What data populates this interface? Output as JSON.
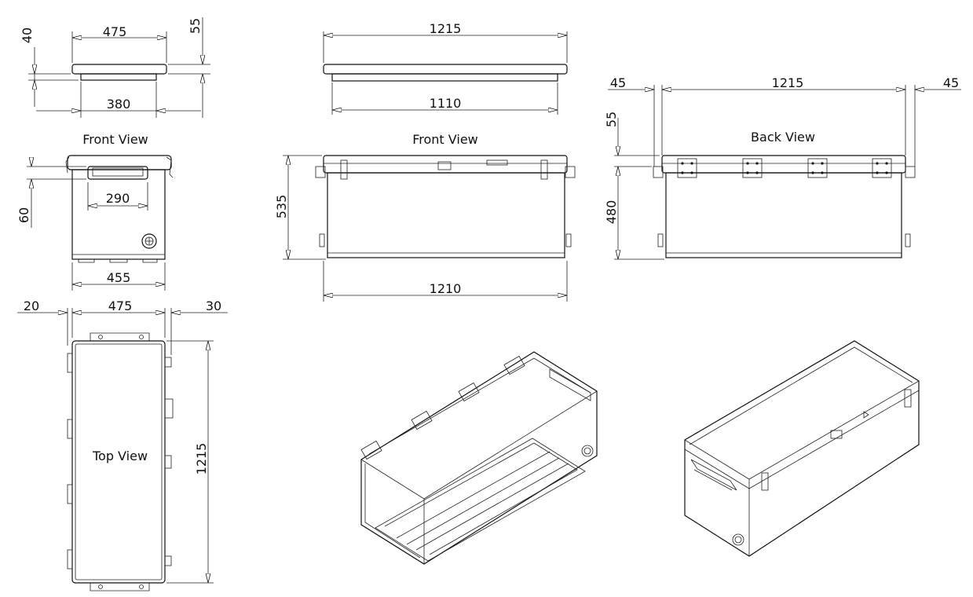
{
  "drawing": {
    "views": {
      "front_view_small": "Front View",
      "front_view_large": "Front View",
      "back_view": "Back View",
      "top_view": "Top View"
    },
    "dimensions": {
      "lid_small_width_top": "475",
      "lid_small_height": "40",
      "lid_small_right_height": "55",
      "lid_small_inner_width": "380",
      "lid_large_width": "1215",
      "lid_large_inner_width": "1110",
      "side_handle_width": "290",
      "side_handle_height": "60",
      "side_body_width": "455",
      "front_height": "535",
      "front_base_width": "1210",
      "back_left_overhang": "45",
      "back_width": "1215",
      "back_right_overhang": "45",
      "back_lid_height": "55",
      "back_body_height": "480",
      "top_left_offset": "20",
      "top_width": "475",
      "top_right_offset": "30",
      "top_length": "1215"
    }
  }
}
